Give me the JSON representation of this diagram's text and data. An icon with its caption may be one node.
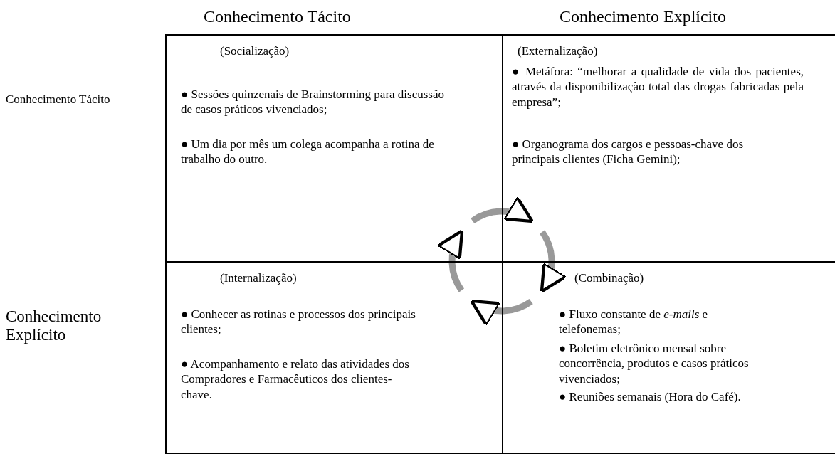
{
  "diagram": {
    "nodes": [
      {
        "text": [
          "(Socialização)",
          "● Sessões quinzenais de Brainstorming para discussão de casos práticos vivenciados;",
          "● Um dia por mês um colega acompanha a rotina de trabalho do outro."
        ]
      },
      {
        "text": [
          "(Externalização)",
          "● Metáfora: “melhorar a qualidade de vida dos pacientes, através da disponibilização total das drogas fabricadas pela empresa”;",
          "● Organograma dos cargos e pessoas-chave dos principais clientes (Ficha Gemini);"
        ]
      },
      {
        "text": [
          "(Internalização)",
          "● Conhecer as rotinas e processos dos principais clientes;",
          "● Acompanhamento e relato das atividades dos Compradores e Farmacêuticos dos clientes-chave."
        ]
      },
      {
        "text": [
          "(Combinação)",
          "● Fluxo constante de *e-mails* e telefonemas;",
          "● Boletim eletrônico mensal sobre concorrência, produtos e casos práticos vivenciados;",
          "● Reuniões semanais (Hora do Café)."
        ]
      }
    ],
    "edges": [
      {
        "from": 0,
        "to": 1,
        "arrow": "to"
      },
      {
        "from": 1,
        "to": 3,
        "arrow": "to"
      },
      {
        "from": 3,
        "to": 2,
        "arrow": "to"
      },
      {
        "from": 2,
        "to": 0,
        "arrow": "to"
      }
    ],
    "labels": [
      "Conhecimento Tácito",
      "Conhecimento Explícito",
      "Conhecimento Tácito",
      "Conhecimento Explícito"
    ]
  }
}
